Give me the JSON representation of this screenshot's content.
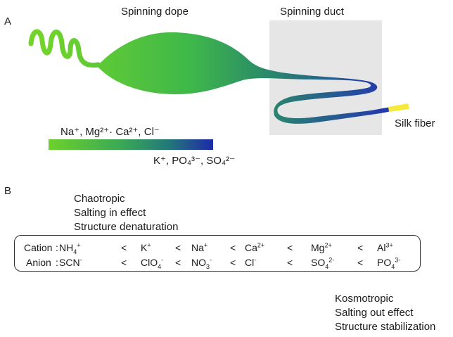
{
  "panel_a": {
    "label": "A",
    "spinning_dope": "Spinning dope",
    "spinning_duct": "Spinning duct",
    "silk_fiber": "Silk fiber",
    "ions_left": "Na⁺, Mg²⁺· Ca²⁺, Cl⁻",
    "ions_right": "K⁺, PO₄³⁻, SO₄²⁻",
    "gradient_colors": {
      "start": "#6dd12c",
      "mid": "#2f9a62",
      "end": "#1f2ea6"
    },
    "duct_box_color": "#e6e6e6",
    "fiber_color": "#f5ea3c"
  },
  "panel_b": {
    "label": "B",
    "left_notes": [
      "Chaotropic",
      "Salting in effect",
      "Structure denaturation"
    ],
    "right_notes": [
      "Kosmotropic",
      "Salting out effect",
      "Structure stabilization"
    ],
    "cation": {
      "label": "Cation",
      "colon": ":",
      "items": [
        {
          "base": "NH",
          "sub": "4",
          "sup": "+"
        },
        {
          "base": "K",
          "sub": "",
          "sup": "+"
        },
        {
          "base": "Na",
          "sub": "",
          "sup": "+"
        },
        {
          "base": "Ca",
          "sub": "",
          "sup": "2+"
        },
        {
          "base": "Mg",
          "sub": "",
          "sup": "2+"
        },
        {
          "base": "Al",
          "sub": "",
          "sup": "3+"
        }
      ]
    },
    "anion": {
      "label": "Anion",
      "colon": ":",
      "items": [
        {
          "base": "SCN",
          "sub": "",
          "sup": "-"
        },
        {
          "base": "ClO",
          "sub": "4",
          "sup": "-"
        },
        {
          "base": "NO",
          "sub": "3",
          "sup": "-"
        },
        {
          "base": "Cl",
          "sub": "",
          "sup": "-"
        },
        {
          "base": "SO",
          "sub": "4",
          "sup": "2-"
        },
        {
          "base": "PO",
          "sub": "4",
          "sup": "3-"
        }
      ]
    },
    "separator": "<"
  }
}
